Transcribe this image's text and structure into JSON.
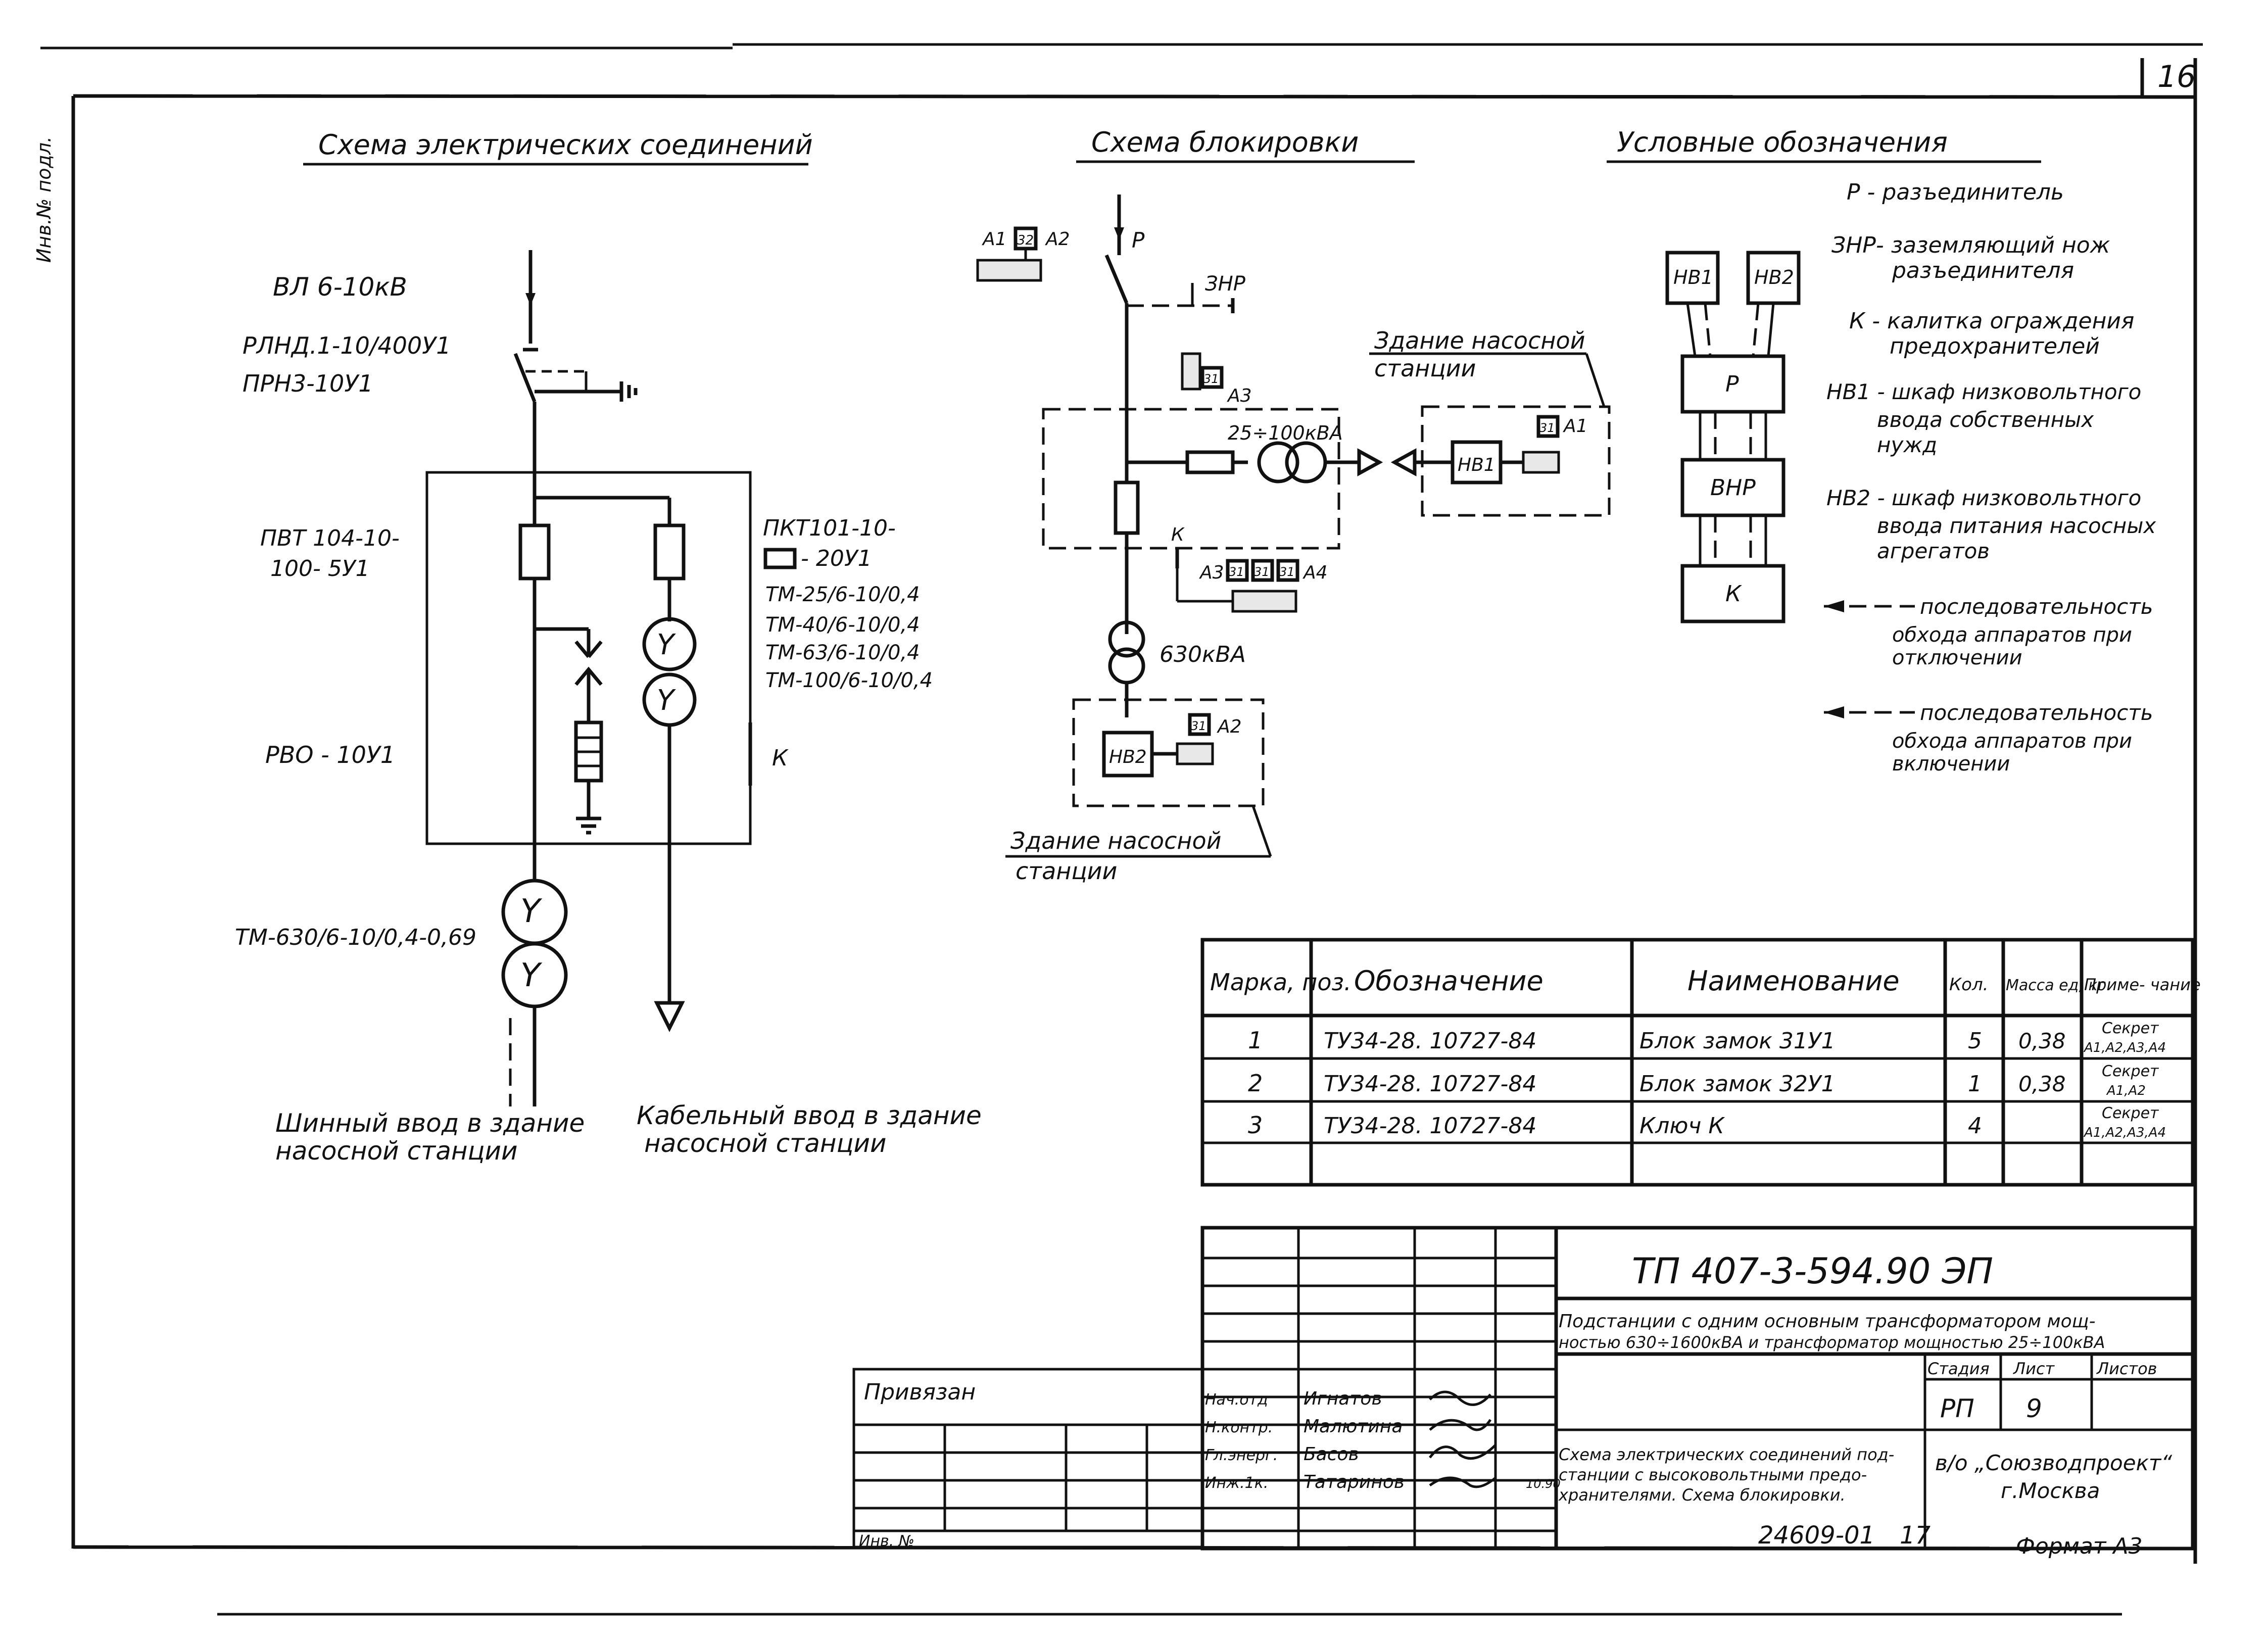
{
  "sheet": {
    "number": "16",
    "margin_label": "Инв.№ подл."
  },
  "left": {
    "title": "Схема электрических соединений",
    "line_label": "ВЛ 6-10кВ",
    "disconnector1": "РЛНД.1-10/400У1",
    "disconnector2": "ПРН3-10У1",
    "fuse_pvt1": "ПВТ 104-10-",
    "fuse_pvt2": "100- 5У1",
    "fuse_pkt1": "ПКТ101-10-",
    "fuse_pkt2": "- 20У1",
    "tm1": "ТМ-25/6-10/0,4",
    "tm2": "ТМ-40/6-10/0,4",
    "tm3": "ТМ-63/6-10/0,4",
    "tm4": "ТМ-100/6-10/0,4",
    "arrester": "РВО - 10У1",
    "k_label": "К",
    "main_transformer": "ТМ-630/6-10/0,4-0,69",
    "bus_input1": "Шинный ввод в здание",
    "bus_input2": "насосной станции",
    "cable_input1": "Кабельный ввод в здание",
    "cable_input2": "насосной станции"
  },
  "middle": {
    "title": "Схема блокировки",
    "p_label": "Р",
    "a1": "А1",
    "a2": "А2",
    "a3": "А3",
    "a4": "А4",
    "k32": "32",
    "k31": "31",
    "znr": "ЗНР",
    "building1_line1": "Здание насосной",
    "building1_line2": "станции",
    "rating1": "25÷100кВА",
    "nv1": "НВ1",
    "nv2": "НВ2",
    "k_label": "К",
    "rating2": "630кВА",
    "building2_line1": "Здание насосной",
    "building2_line2": "станции"
  },
  "right": {
    "title": "Условные обозначения",
    "block_nv1": "НВ1",
    "block_nv2": "НВ2",
    "block_p": "Р",
    "block_vnr": "ВНР",
    "block_k": "К",
    "leg_p": "Р - разъединитель",
    "leg_znr_1": "ЗНР- заземляющий нож",
    "leg_znr_2": "разъединителя",
    "leg_k_1": "К - калитка ограждения",
    "leg_k_2": "предохранителей",
    "leg_nv1_1": "НВ1 - шкаф низковольтного",
    "leg_nv1_2": "ввода собственных",
    "leg_nv1_3": "нужд",
    "leg_nv2_1": "НВ2 - шкаф низковольтного",
    "leg_nv2_2": "ввода питания насосных",
    "leg_nv2_3": "агрегатов",
    "leg_off_1": "последовательность",
    "leg_off_2": "обхода аппаратов при",
    "leg_off_3": "отключении",
    "leg_on_1": "последовательность",
    "leg_on_2": "обхода аппаратов при",
    "leg_on_3": "включении"
  },
  "table": {
    "headers": {
      "pos": "Марка, поз.",
      "designation": "Обозначение",
      "name": "Наименование",
      "qty": "Кол.",
      "mass": "Масса ед, кг",
      "note": "Приме- чание"
    },
    "rows": [
      {
        "pos": "1",
        "designation": "ТУ34-28. 10727-84",
        "name": "Блок замок 31У1",
        "qty": "5",
        "mass": "0,38",
        "note1": "Секрет",
        "note2": "А1,А2,А3,А4"
      },
      {
        "pos": "2",
        "designation": "ТУ34-28. 10727-84",
        "name": "Блок замок 32У1",
        "qty": "1",
        "mass": "0,38",
        "note1": "Секрет",
        "note2": "А1,А2"
      },
      {
        "pos": "3",
        "designation": "ТУ34-28. 10727-84",
        "name": "Ключ К",
        "qty": "4",
        "mass": "",
        "note1": "Секрет",
        "note2": "А1,А2,А3,А4"
      }
    ]
  },
  "stamp": {
    "code": "ТП 407-3-594.90 ЭП",
    "project_1": "Подстанции с одним основным трансформатором мощ-",
    "project_2": "ностью 630÷1600кВА и трансформатор мощностью 25÷100кВА",
    "stage_h": "Стадия",
    "sheet_h": "Лист",
    "sheets_h": "Листов",
    "stage": "РП",
    "sheet": "9",
    "linked": "Привязан",
    "inv": "Инв. №",
    "role1": "Нач.отд",
    "name1": "Игнатов",
    "role2": "Н.контр.",
    "name2": "Малютина",
    "role3": "Гл.энерг.",
    "name3": "Басов",
    "role4": "Инж.1к.",
    "name4": "Татаринов",
    "date": "10.90",
    "drawing_1": "Схема электрических соединений под-",
    "drawing_2": "станции с высоковольтными предо-",
    "drawing_3": "хранителями. Схема блокировки.",
    "org_1": "в/о „Союзводпроект“",
    "org_2": "г.Москва",
    "bottom_num": "24609-01",
    "bottom_sheet": "17",
    "format": "Формат А3"
  }
}
